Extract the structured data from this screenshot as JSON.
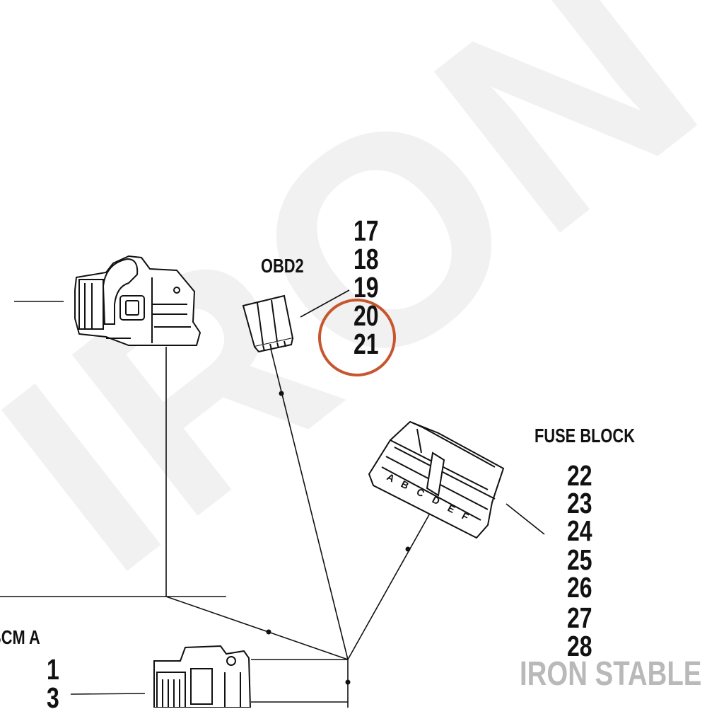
{
  "watermark": {
    "text": "IRON STABLE",
    "color": "#b9b9b9"
  },
  "obd2": {
    "title": "OBD2",
    "numbers": [
      "17",
      "18",
      "19",
      "20",
      "21"
    ]
  },
  "fuse_block": {
    "title": "FUSE BLOCK",
    "numbers": [
      "22",
      "23",
      "24",
      "25",
      "26",
      "27",
      "28"
    ],
    "pin_letters": [
      "A",
      "B",
      "C",
      "D",
      "E",
      "F"
    ]
  },
  "bcm_a": {
    "title": "BCM A",
    "numbers": [
      "1",
      "3"
    ]
  },
  "highlight": {
    "circled_number": "21",
    "color": "#c7562f"
  },
  "colors": {
    "line": "#111111",
    "background": "#ffffff"
  }
}
